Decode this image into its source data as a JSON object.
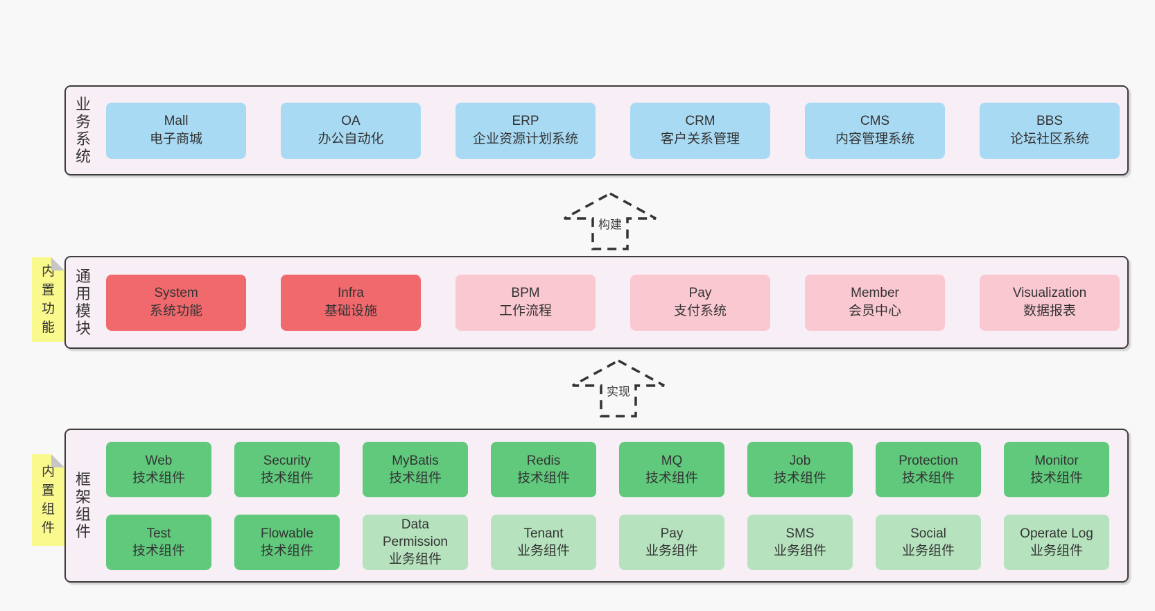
{
  "colors": {
    "page_bg": "#f8f8f8",
    "band_bg": "#f8eef6",
    "band_border": "#3c3c3c",
    "box_blue": "#a9daf4",
    "box_red": "#f0696d",
    "box_pink": "#fac8d1",
    "box_green_dark": "#60c97c",
    "box_green_light": "#b6e3be",
    "sticky_yellow": "#f9f98e",
    "sticky_fold": "#c6c6c6",
    "text": "#333333",
    "arrow_stroke": "#333333"
  },
  "arrows": [
    {
      "label": "构建"
    },
    {
      "label": "实现"
    }
  ],
  "bands": [
    {
      "label": "业务系统",
      "boxes": [
        {
          "title": "Mall",
          "subtitle": "电子商城",
          "variant": "blue"
        },
        {
          "title": "OA",
          "subtitle": "办公自动化",
          "variant": "blue"
        },
        {
          "title": "ERP",
          "subtitle": "企业资源计划系统",
          "variant": "blue"
        },
        {
          "title": "CRM",
          "subtitle": "客户关系管理",
          "variant": "blue"
        },
        {
          "title": "CMS",
          "subtitle": "内容管理系统",
          "variant": "blue"
        },
        {
          "title": "BBS",
          "subtitle": "论坛社区系统",
          "variant": "blue"
        }
      ]
    },
    {
      "label": "通用模块",
      "sticky": "内置功能",
      "boxes": [
        {
          "title": "System",
          "subtitle": "系统功能",
          "variant": "red"
        },
        {
          "title": "Infra",
          "subtitle": "基础设施",
          "variant": "red"
        },
        {
          "title": "BPM",
          "subtitle": "工作流程",
          "variant": "pink"
        },
        {
          "title": "Pay",
          "subtitle": "支付系统",
          "variant": "pink"
        },
        {
          "title": "Member",
          "subtitle": "会员中心",
          "variant": "pink"
        },
        {
          "title": "Visualization",
          "subtitle": "数据报表",
          "variant": "pink"
        }
      ]
    },
    {
      "label": "框架组件",
      "sticky": "内置组件",
      "rows": [
        [
          {
            "title": "Web",
            "subtitle": "技术组件",
            "variant": "green-dark"
          },
          {
            "title": "Security",
            "subtitle": "技术组件",
            "variant": "green-dark"
          },
          {
            "title": "MyBatis",
            "subtitle": "技术组件",
            "variant": "green-dark"
          },
          {
            "title": "Redis",
            "subtitle": "技术组件",
            "variant": "green-dark"
          },
          {
            "title": "MQ",
            "subtitle": "技术组件",
            "variant": "green-dark"
          },
          {
            "title": "Job",
            "subtitle": "技术组件",
            "variant": "green-dark"
          },
          {
            "title": "Protection",
            "subtitle": "技术组件",
            "variant": "green-dark"
          },
          {
            "title": "Monitor",
            "subtitle": "技术组件",
            "variant": "green-dark"
          }
        ],
        [
          {
            "title": "Test",
            "subtitle": "技术组件",
            "variant": "green-dark"
          },
          {
            "title": "Flowable",
            "subtitle": "技术组件",
            "variant": "green-dark"
          },
          {
            "title": "Data Permission",
            "subtitle": "业务组件",
            "variant": "green-light"
          },
          {
            "title": "Tenant",
            "subtitle": "业务组件",
            "variant": "green-light"
          },
          {
            "title": "Pay",
            "subtitle": "业务组件",
            "variant": "green-light"
          },
          {
            "title": "SMS",
            "subtitle": "业务组件",
            "variant": "green-light"
          },
          {
            "title": "Social",
            "subtitle": "业务组件",
            "variant": "green-light"
          },
          {
            "title": "Operate Log",
            "subtitle": "业务组件",
            "variant": "green-light"
          }
        ]
      ]
    }
  ]
}
